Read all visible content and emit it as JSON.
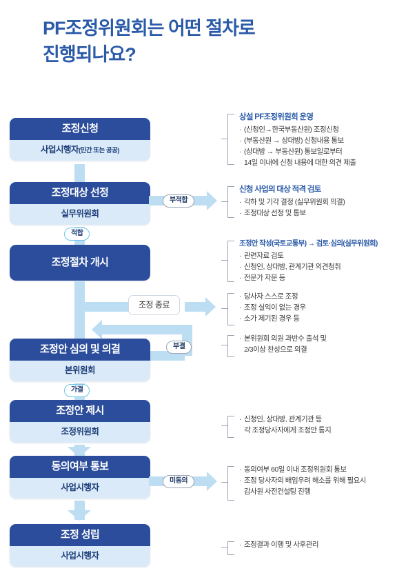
{
  "title": {
    "line1": "PF조정위원회는 어떤 절차로",
    "line2": "진행되나요?"
  },
  "colors": {
    "brand_blue": "#2a5aa8",
    "node_header": "#2b4d9b",
    "node_body": "#dbeaf8",
    "connector": "#bcddf2",
    "badge_cyan": "#67c6e8"
  },
  "steps": [
    {
      "id": "step-1",
      "header": "조정신청",
      "body": "사업시행자",
      "body_sub": "(민간 또는 공공)"
    },
    {
      "id": "step-2",
      "header": "조정대상 선정",
      "body": "실무위원회",
      "body_sub": ""
    },
    {
      "id": "step-3",
      "header": "조정절차 개시",
      "body": "",
      "body_sub": ""
    },
    {
      "id": "step-4",
      "header": "조정안 심의 및 의결",
      "body": "본위원회",
      "body_sub": ""
    },
    {
      "id": "step-5",
      "header": "조정안 제시",
      "body": "조정위원회",
      "body_sub": ""
    },
    {
      "id": "step-6",
      "header": "동의여부 통보",
      "body": "사업시행자",
      "body_sub": ""
    },
    {
      "id": "step-7",
      "header": "조정 성립",
      "body": "사업시행자",
      "body_sub": ""
    }
  ],
  "badges": {
    "bujeokhap": "부적합",
    "jeokhap": "적합",
    "jojeong_jongryo": "조정 종료",
    "bugyeol": "부결",
    "gagyeol": "가결",
    "midongui": "미동의"
  },
  "annotations": [
    {
      "id": "ann-1",
      "heading": "상설 PF조정위원회 운영",
      "items": [
        "(신청인→한국부동산원) 조정신청",
        "(부동산원 → 상대방) 신청내용 통보",
        "(상대방 → 부동산원) 통보일로부터",
        "14일 이내에 신청 내용에 대한 의견 제출"
      ]
    },
    {
      "id": "ann-2",
      "heading": "신청 사업의 대상 적격 검토",
      "items": [
        "각하 및 기각 결정 (실무위원회 의결)",
        "조정대상 선정 및 통보"
      ]
    },
    {
      "id": "ann-3",
      "heading": "조정안 작성(국토교통부) → 검토·심의(실무위원회)",
      "items": [
        "관련자료 검토",
        "신청인, 상대방, 관계기관 의견청취",
        "전문가 자문 등"
      ]
    },
    {
      "id": "ann-4",
      "heading": "",
      "items": [
        "당사자 스스로 조정",
        "조정 실익이 없는 경우",
        "소가 제기된 경우 등"
      ]
    },
    {
      "id": "ann-5",
      "heading": "",
      "items": [
        "본위원회 의원 과반수 출석 및",
        "2/3이상 찬성으로 의결"
      ]
    },
    {
      "id": "ann-6",
      "heading": "",
      "items": [
        "신청인, 상대방, 관계기관 등",
        "각 조정당사자에게 조정안 통지"
      ]
    },
    {
      "id": "ann-7",
      "heading": "",
      "items": [
        "동의여부 60일 이내 조정위원회 통보",
        "조정 당사자의 배임우려 해소를 위해 필요시",
        "감사원 사전컨설팅 진행"
      ]
    },
    {
      "id": "ann-8",
      "heading": "",
      "items": [
        "조정결과 이행 및 사후관리"
      ]
    }
  ]
}
